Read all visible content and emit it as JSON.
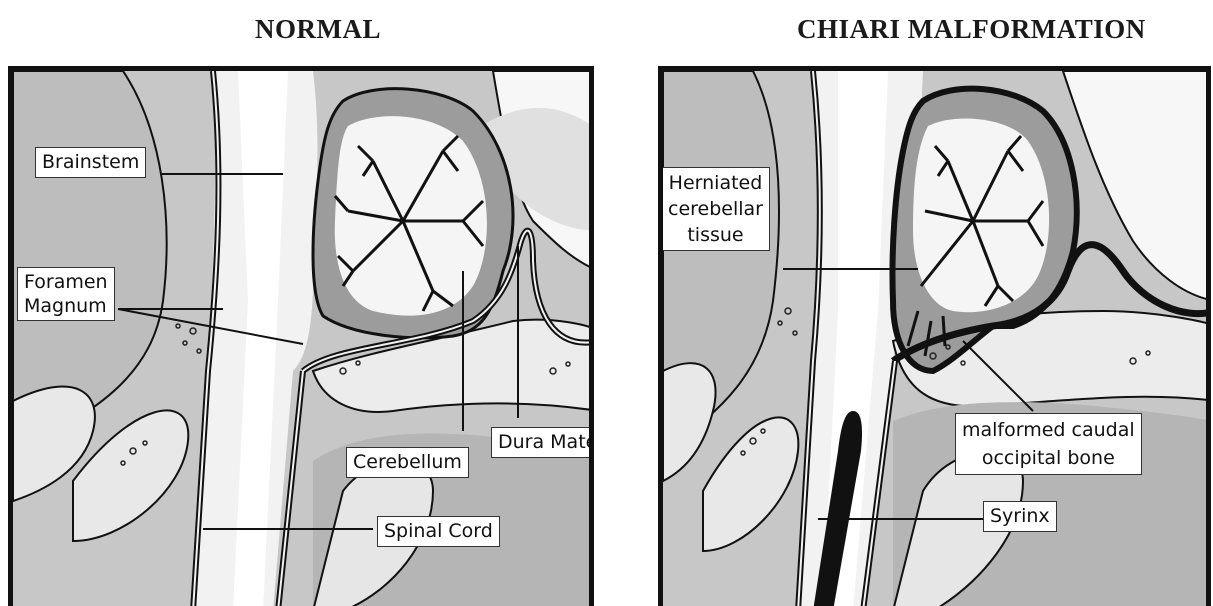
{
  "headings": {
    "left": "NORMAL",
    "right": "CHIARI MALFORMATION"
  },
  "normal_labels": {
    "brainstem": "Brainstem",
    "foramen_line1": "Foramen",
    "foramen_line2": "Magnum",
    "cerebellum": "Cerebellum",
    "dura_mater": "Dura Mater",
    "spinal_cord": "Spinal Cord"
  },
  "chiari_labels": {
    "herniated_line1": "Herniated",
    "herniated_line2": "cerebellar",
    "herniated_line3": "tissue",
    "malformed_line1": "malformed caudal",
    "malformed_line2": "occipital bone",
    "syrinx": "Syrinx"
  },
  "colors": {
    "outline": "#111111",
    "tissue_gray": "#c7c7c7",
    "light_gray": "#e8e8e8",
    "mid_gray": "#a9a9a9",
    "white": "#ffffff"
  }
}
